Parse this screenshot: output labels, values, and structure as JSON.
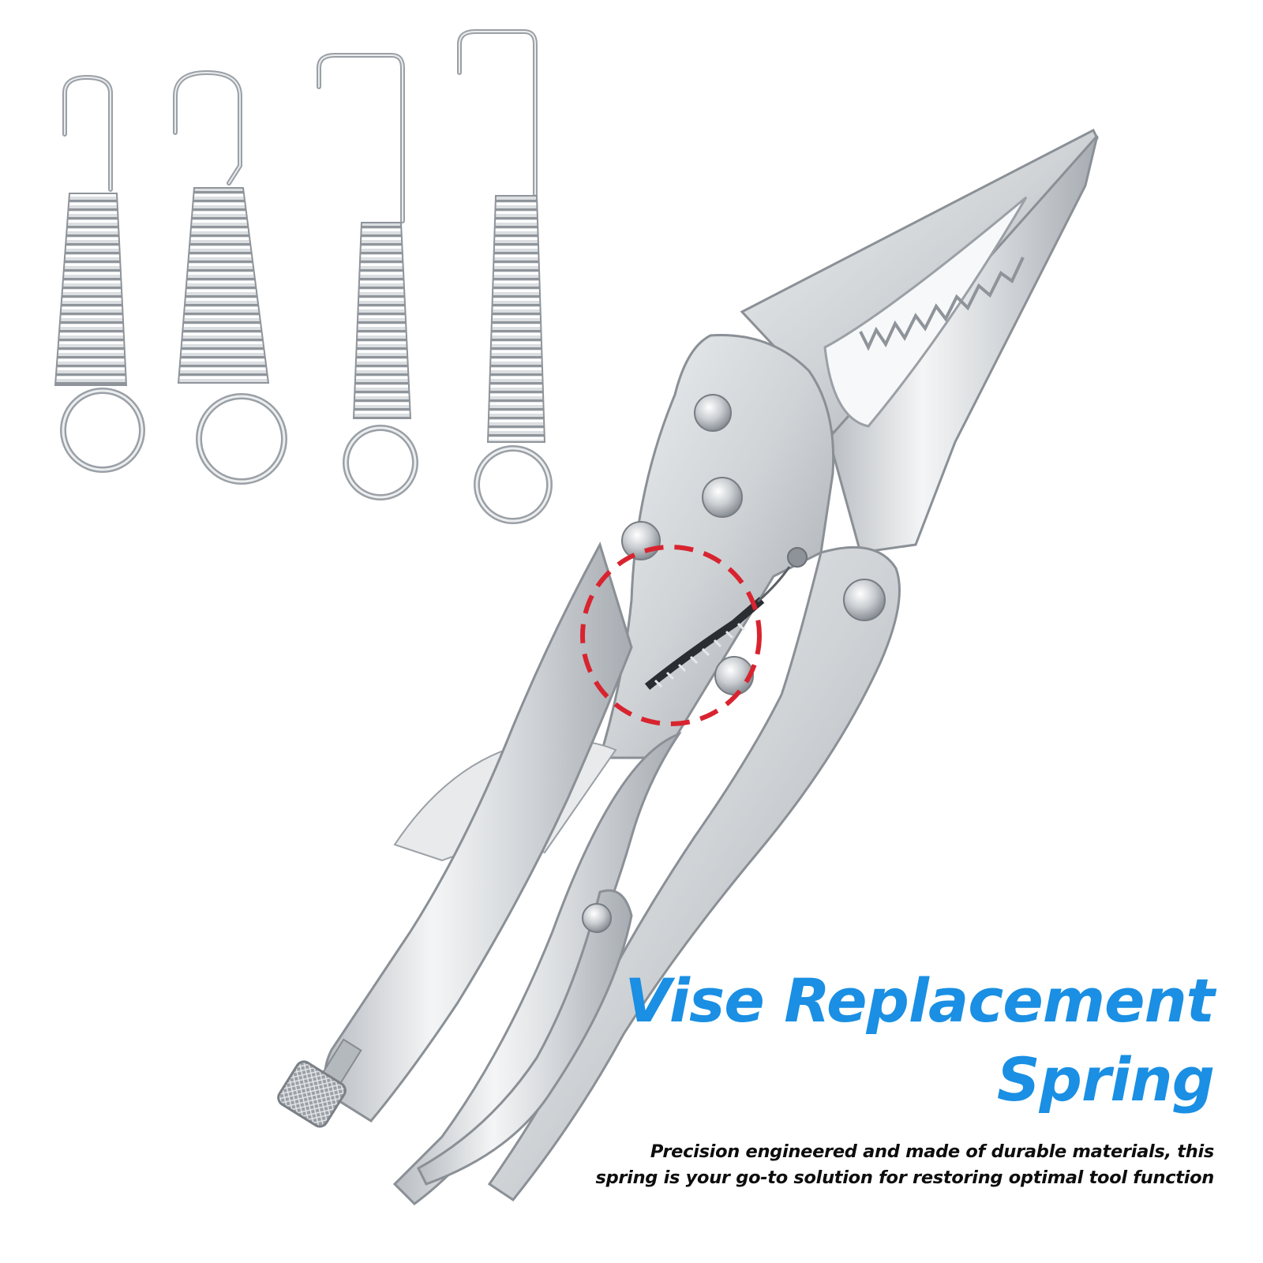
{
  "headline": {
    "line1": "Vise Replacement",
    "line2": "Spring",
    "color": "#1a8fe3"
  },
  "description": {
    "line1": "Precision engineered and made of durable materials, this",
    "line2": "spring is your go-to solution for restoring optimal tool function"
  },
  "highlight": {
    "color": "#d8242f",
    "style": "dashed circle"
  },
  "springs": [
    "spring",
    "spring",
    "spring",
    "spring"
  ],
  "tool": "locking pliers"
}
